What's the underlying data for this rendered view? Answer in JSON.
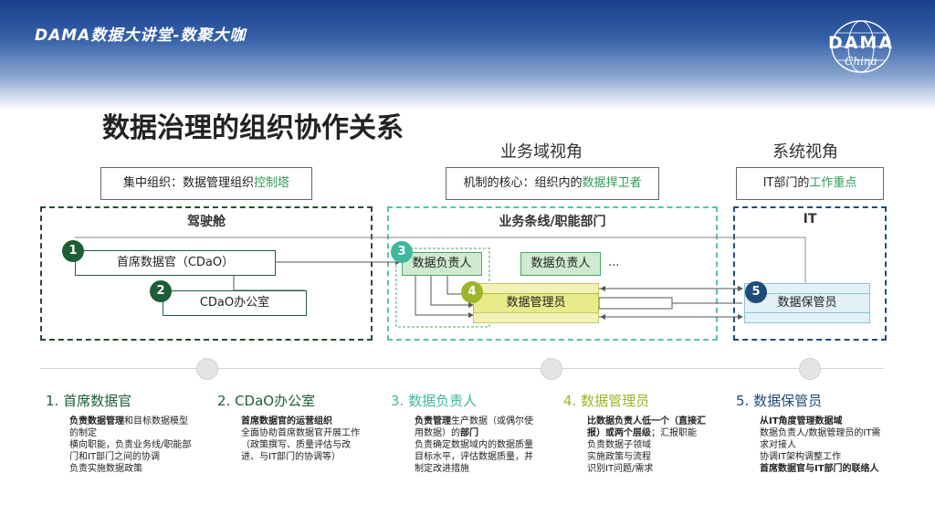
{
  "header": {
    "brand": "DAMA数据大讲堂-数聚大咖",
    "logo_text": "DAMA",
    "logo_sub": "China"
  },
  "title": "数据治理的组织协作关系",
  "views": {
    "business": "业务域视角",
    "system": "系统视角"
  },
  "tags": {
    "left": {
      "prefix": "集中组织：数据管理组织",
      "highlight": "控制塔"
    },
    "mid": {
      "prefix": "机制的核心：组织内的",
      "highlight": "数据捍卫者"
    },
    "right": {
      "prefix": "IT部门的",
      "highlight": "工作重点"
    }
  },
  "regions": {
    "cockpit": "驾驶舱",
    "business": "业务条线/职能部门",
    "it": "IT"
  },
  "nodes": {
    "cdao": "首席数据官（CDaO）",
    "cdao_office": "CDaO办公室",
    "owner_a": "数据负责人",
    "owner_b": "数据负责人",
    "ellipsis": "...",
    "steward": "数据管理员",
    "custodian": "数据保管员"
  },
  "circles": [
    "1",
    "2",
    "3",
    "4",
    "5"
  ],
  "colors": {
    "dark_green": "#1e5e36",
    "green": "#4aa86a",
    "teal": "#3fb8a0",
    "yellow": "#e9ea8a",
    "olive": "#9db52a",
    "navy": "#1f4b7a",
    "light_green_fill": "#cfeacf",
    "light_blue_fill": "#e3f1f6"
  },
  "columns": [
    {
      "head": "1. 首席数据官",
      "lines": [
        {
          "b": "负责数据管理",
          "t": "和目标数据模型的制定"
        },
        {
          "b": "",
          "t": "横向职能，负责业务线/职能部门和IT部门之间的协调"
        },
        {
          "b": "",
          "t": "负责实施数据政策"
        }
      ]
    },
    {
      "head": "2. CDaO办公室",
      "lines": [
        {
          "b": "首席数据官的运营组织",
          "t": ""
        },
        {
          "b": "",
          "t": "全面协助首席数据官开展工作（政策撰写、质量评估与改进、与IT部门的协调等）"
        }
      ]
    },
    {
      "head": "3. 数据负责人",
      "lines": [
        {
          "b": "负责管理",
          "t": "生产数据（或偶尔使用数据）的"
        },
        {
          "b": "部门",
          "t": ""
        },
        {
          "b": "",
          "t": "负责确定数据域内的数据质量目标水平，评估数据质量，并制定改进措施"
        }
      ]
    },
    {
      "head": "4. 数据管理员",
      "lines": [
        {
          "b": "比数据负责人低一个（直接汇报）或两个层级",
          "t": "；汇报职能"
        },
        {
          "b": "",
          "t": "负责数据子领域"
        },
        {
          "b": "",
          "t": "实施政策与流程"
        },
        {
          "b": "",
          "t": "识别IT问题/需求"
        }
      ]
    },
    {
      "head": "5. 数据保管员",
      "lines": [
        {
          "b": "从IT角度管理数据域",
          "t": ""
        },
        {
          "b": "",
          "t": "数据负责人/数据管理员的IT需求对接人"
        },
        {
          "b": "",
          "t": "协调IT架构调整工作"
        },
        {
          "b": "首席数据官与IT部门的联络人",
          "t": ""
        }
      ]
    }
  ]
}
